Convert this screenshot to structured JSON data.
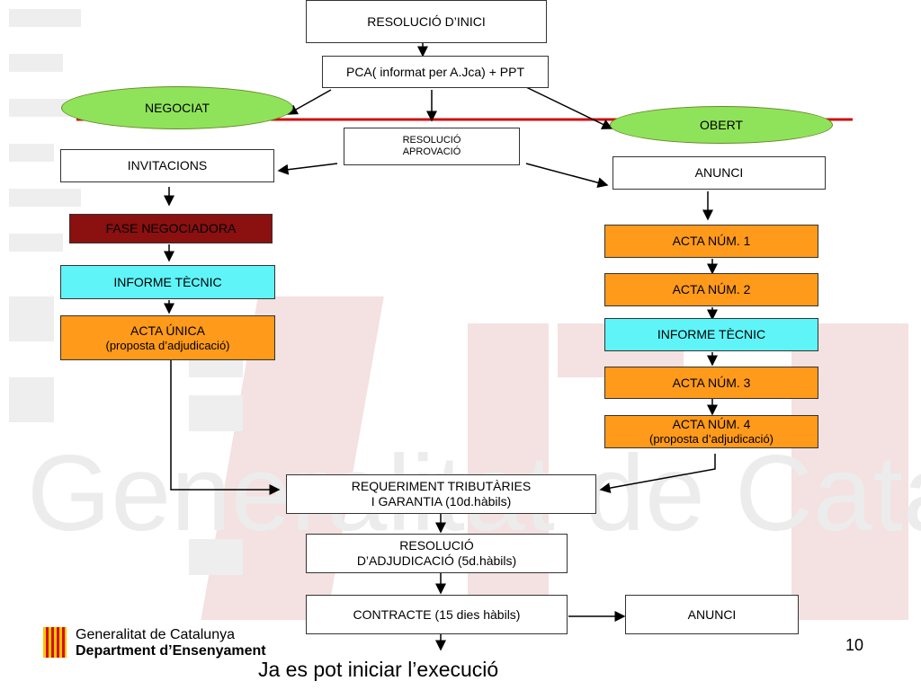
{
  "nodes": {
    "resolucio_inici": "RESOLUCIÓ D’INICI",
    "pca": "PCA( informat per A.Jca) + PPT",
    "negociat": "NEGOCIAT",
    "obert": "OBERT",
    "resolucio_aprovacio_1": "RESOLUCIÓ",
    "resolucio_aprovacio_2": "APROVACIÓ",
    "invitacions": "INVITACIONS",
    "anunci_top": "ANUNCI",
    "fase_negociadora": "FASE  NEGOCIADORA",
    "informe_tecnic_left": "INFORME TÈCNIC",
    "acta_unica_1": "ACTA ÚNICA",
    "acta_unica_2": "(proposta d’adjudicació)",
    "acta_1": "ACTA NÚM. 1",
    "acta_2": "ACTA NÚM. 2",
    "informe_tecnic_right": "INFORME TÈCNIC",
    "acta_3": "ACTA NÚM. 3",
    "acta_4_1": "ACTA NÚM. 4",
    "acta_4_2": "(proposta d’adjudicació)",
    "requeriment_1": "REQUERIMENT TRIBUTÀRIES",
    "requeriment_2": "I GARANTIA (10d.hàbils)",
    "resolucio_adj_1": "RESOLUCIÓ",
    "resolucio_adj_2": "D’ADJUDICACIÓ (5d.hàbils)",
    "contracte": "CONTRACTE (15 dies hàbils)",
    "anunci_bottom": "ANUNCI"
  },
  "footer": {
    "execucio": "Ja es pot iniciar l’execució",
    "page_number": "10",
    "org_line1": "Generalitat de Catalunya",
    "org_line2": "Department d’Ensenyament",
    "watermark": "Generalitat de Catalunya"
  },
  "colors": {
    "orange": "#ff9a1a",
    "cyan": "#5ff4f8",
    "green_oval": "#8fe35a",
    "dark_red": "#8b1010",
    "red_line": "#cc1111"
  }
}
